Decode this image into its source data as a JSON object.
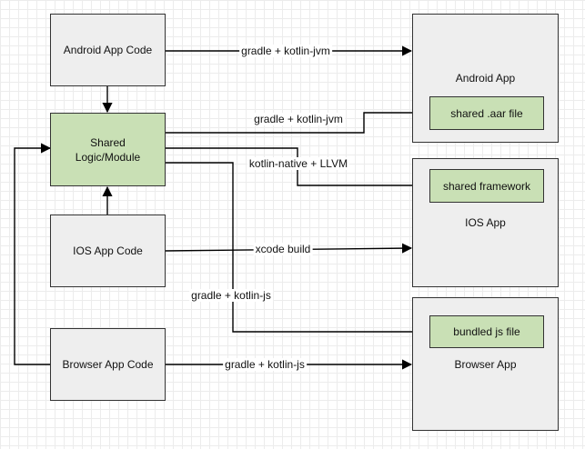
{
  "nodes": {
    "android_code": "Android App Code",
    "shared": "Shared\nLogic/Module",
    "ios_code": "IOS App Code",
    "browser_code": "Browser App Code"
  },
  "targets": {
    "android": {
      "title": "Android App",
      "artifact": "shared .aar file"
    },
    "ios": {
      "title": "IOS App",
      "artifact": "shared framework"
    },
    "browser": {
      "title": "Browser App",
      "artifact": "bundled js file"
    }
  },
  "edges": {
    "android_code_to_app": "gradle + kotlin-jvm",
    "shared_to_aar": "gradle + kotlin-jvm",
    "shared_to_framework": "kotlin-native + LLVM",
    "ios_code_to_app": "xcode build",
    "shared_to_js": "gradle + kotlin-js",
    "browser_code_to_app": "gradle + kotlin-js"
  },
  "colors": {
    "green_fill": "#c9e0b5",
    "gray_fill": "#eeeeee",
    "stroke": "#333333"
  }
}
